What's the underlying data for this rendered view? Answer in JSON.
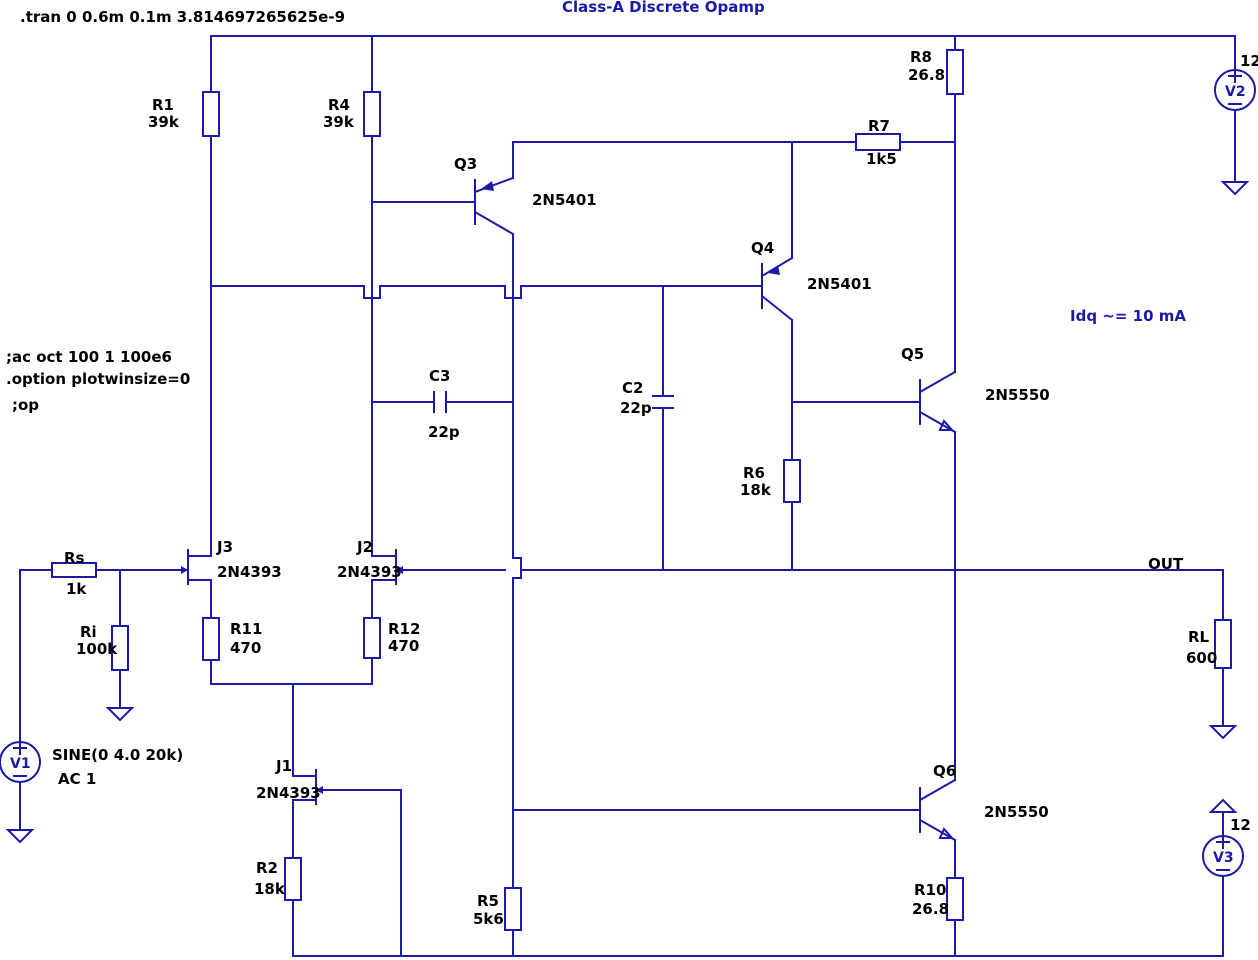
{
  "title": "Class-A Discrete Opamp",
  "directives": {
    "tran": ".tran 0 0.6m 0.1m 3.814697265625e-9",
    "ac": ";ac oct 100 1 100e6",
    "option": ".option plotwinsize=0",
    "op": ";op"
  },
  "note": "Idq ~= 10 mA",
  "components": {
    "R1": {
      "name": "R1",
      "value": "39k"
    },
    "R4": {
      "name": "R4",
      "value": "39k"
    },
    "R8": {
      "name": "R8",
      "value": "26.8"
    },
    "R7": {
      "name": "R7",
      "value": "1k5"
    },
    "R6": {
      "name": "R6",
      "value": "18k"
    },
    "R11": {
      "name": "R11",
      "value": "470"
    },
    "R12": {
      "name": "R12",
      "value": "470"
    },
    "R2": {
      "name": "R2",
      "value": "18k"
    },
    "R5": {
      "name": "R5",
      "value": "5k6"
    },
    "R10": {
      "name": "R10",
      "value": "26.8"
    },
    "Rs": {
      "name": "Rs",
      "value": "1k"
    },
    "Ri": {
      "name": "Ri",
      "value": "100k"
    },
    "RL": {
      "name": "RL",
      "value": "600"
    },
    "C3": {
      "name": "C3",
      "value": "22p"
    },
    "C2": {
      "name": "C2",
      "value": "22p"
    },
    "Q3": {
      "name": "Q3",
      "value": "2N5401"
    },
    "Q4": {
      "name": "Q4",
      "value": "2N5401"
    },
    "Q5": {
      "name": "Q5",
      "value": "2N5550"
    },
    "Q6": {
      "name": "Q6",
      "value": "2N5550"
    },
    "J1": {
      "name": "J1",
      "value": "2N4393"
    },
    "J2": {
      "name": "J2",
      "value": "2N4393"
    },
    "J3": {
      "name": "J3",
      "value": "2N4393"
    },
    "V1": {
      "name": "V1",
      "value": "SINE(0 4.0 20k)",
      "ac": "AC 1"
    },
    "V2": {
      "name": "V2",
      "value": "12"
    },
    "V3": {
      "name": "V3",
      "value": "12"
    }
  },
  "nets": {
    "out": "OUT"
  }
}
